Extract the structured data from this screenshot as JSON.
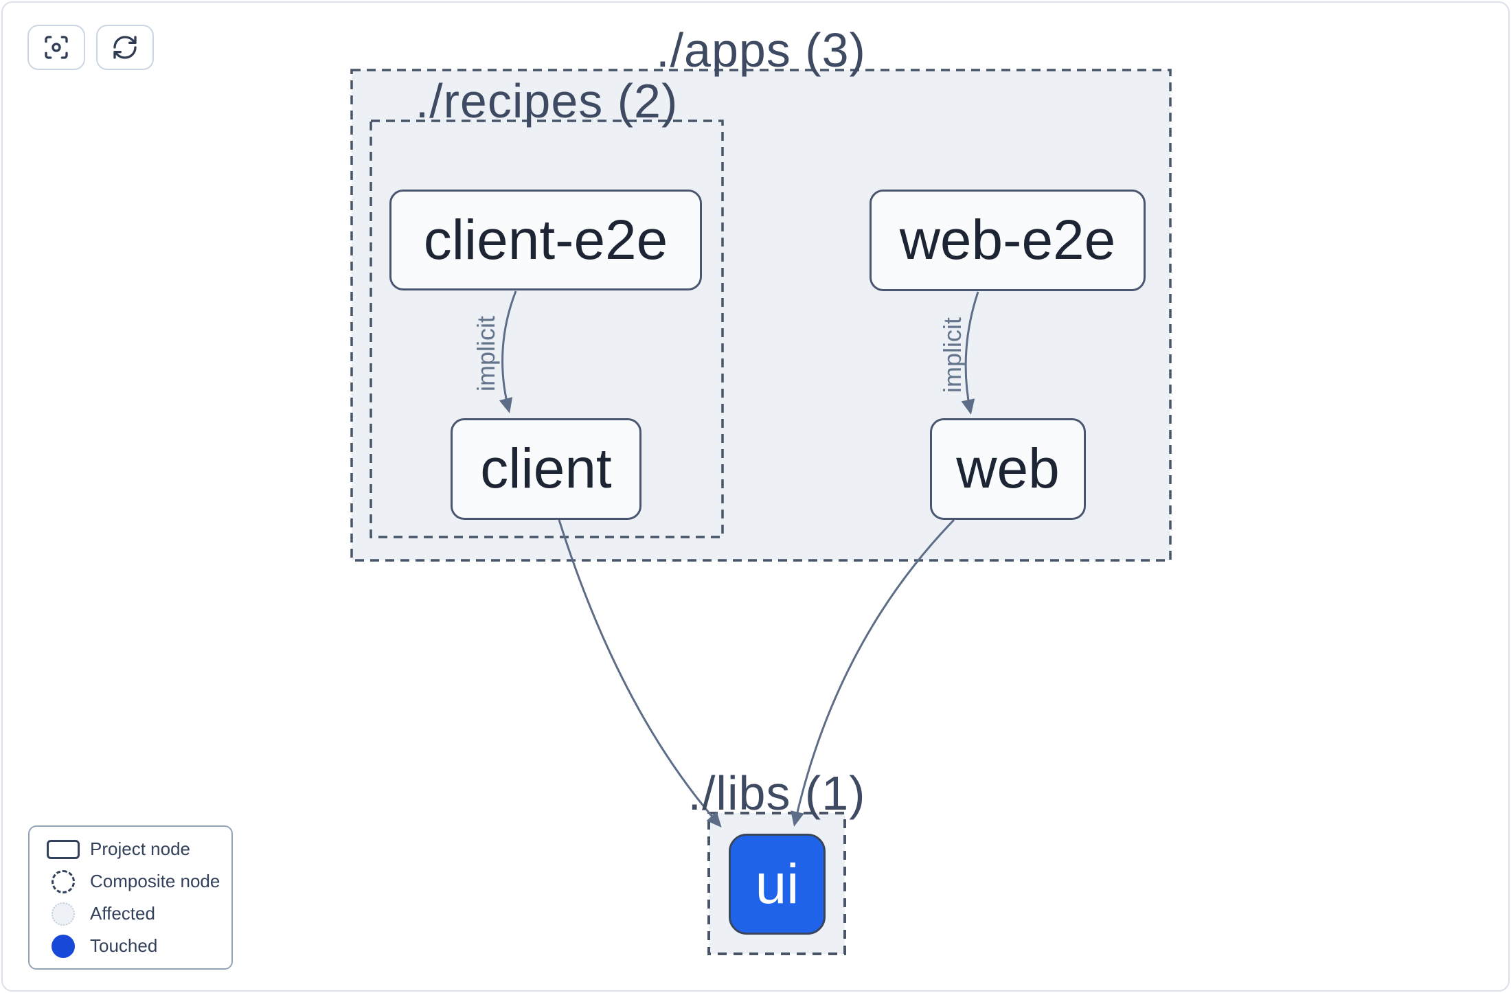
{
  "toolbar": {
    "buttons": [
      {
        "icon": "focus-icon",
        "action": "zoom-to-fit"
      },
      {
        "icon": "refresh-icon",
        "action": "refresh"
      }
    ]
  },
  "graph": {
    "groups": [
      {
        "id": "apps",
        "label": "./apps (3)",
        "count": 3
      },
      {
        "id": "recipes",
        "label": "./recipes (2)",
        "count": 2
      },
      {
        "id": "libs",
        "label": "./libs (1)",
        "count": 1
      }
    ],
    "nodes": [
      {
        "id": "client-e2e",
        "label": "client-e2e",
        "group": "recipes",
        "state": "normal"
      },
      {
        "id": "web-e2e",
        "label": "web-e2e",
        "group": "apps",
        "state": "normal"
      },
      {
        "id": "client",
        "label": "client",
        "group": "recipes",
        "state": "normal"
      },
      {
        "id": "web",
        "label": "web",
        "group": "apps",
        "state": "normal"
      },
      {
        "id": "ui",
        "label": "ui",
        "group": "libs",
        "state": "touched"
      }
    ],
    "edges": [
      {
        "source": "client-e2e",
        "target": "client",
        "label": "implicit"
      },
      {
        "source": "web-e2e",
        "target": "web",
        "label": "implicit"
      },
      {
        "source": "client",
        "target": "ui",
        "label": ""
      },
      {
        "source": "web",
        "target": "ui",
        "label": ""
      }
    ]
  },
  "legend": {
    "items": [
      {
        "swatch": "project",
        "label": "Project node"
      },
      {
        "swatch": "composite",
        "label": "Composite node"
      },
      {
        "swatch": "affected",
        "label": "Affected"
      },
      {
        "swatch": "touched",
        "label": "Touched"
      }
    ]
  },
  "colors": {
    "group_fill": "#edf1f6",
    "group_border": "#475569",
    "node_fill": "#fafbfd",
    "node_border": "#4a5670",
    "node_text": "#1d2534",
    "edge": "#5d6d87",
    "edge_label": "#64748b",
    "touched_node_fill": "#1f63ea",
    "touched_legend": "#1848d8",
    "affected_fill": "#eef1f6"
  }
}
